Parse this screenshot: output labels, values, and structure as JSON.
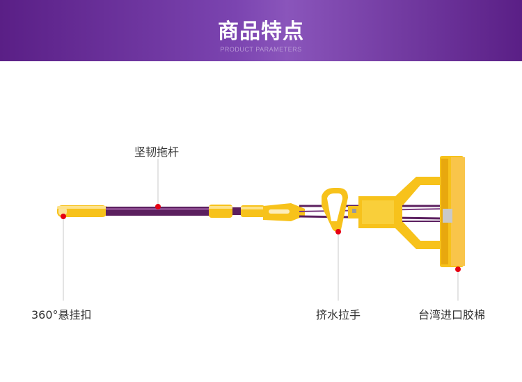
{
  "header": {
    "title": "商品特点",
    "subtitle": "PRODUCT PARAMETERS"
  },
  "callouts": [
    {
      "id": "pole",
      "label": "坚韧拖杆"
    },
    {
      "id": "hook",
      "label": "360°悬挂扣"
    },
    {
      "id": "handle",
      "label": "挤水拉手"
    },
    {
      "id": "sponge",
      "label": "台湾进口胶棉"
    }
  ],
  "colors": {
    "banner_start": "#5a1f86",
    "banner_mid": "#8a55bb",
    "pole": "#5b1f5f",
    "mop_yellow": "#f7c21b",
    "sponge": "#f9c54a",
    "marker": "#e60012",
    "leader": "#c8c8c8"
  }
}
